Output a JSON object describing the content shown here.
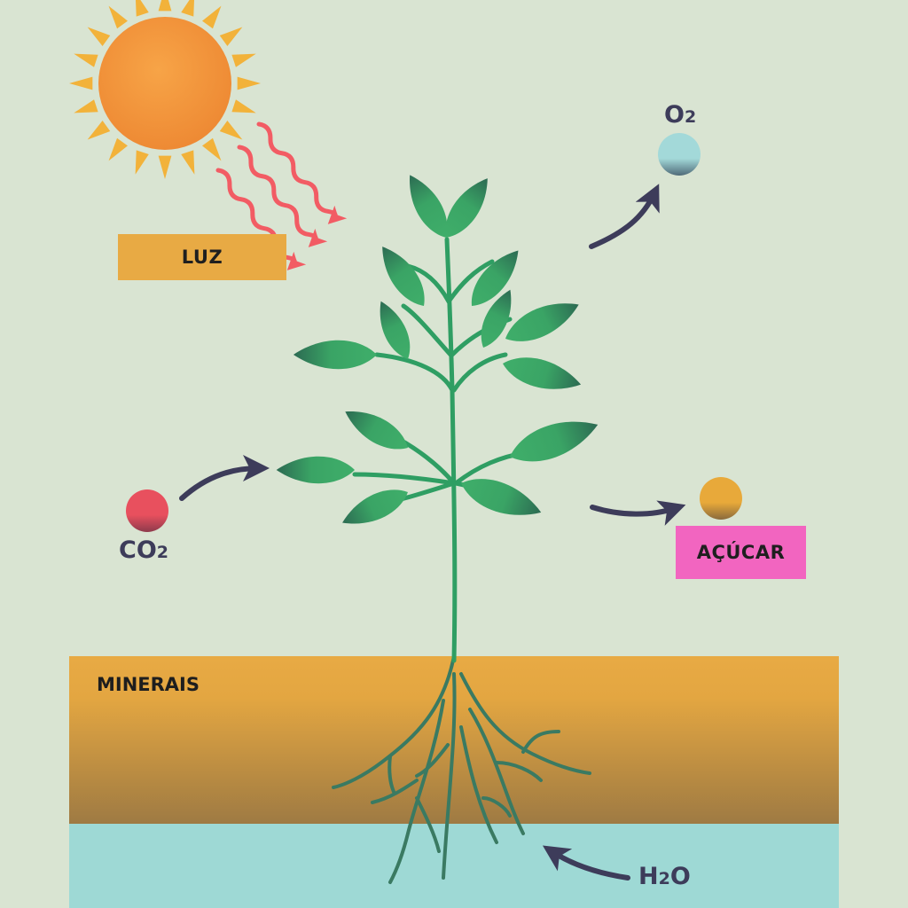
{
  "labels": {
    "light": "LUZ",
    "sugar": "AÇÚCAR",
    "minerals": "MINERAIS"
  },
  "molecules": {
    "o2": {
      "main": "O",
      "sub": "2"
    },
    "co2": {
      "main": "CO",
      "sub": "2"
    },
    "h2o": {
      "main1": "H",
      "sub": "2",
      "main2": "O"
    }
  },
  "colors": {
    "background": "#d9e4d2",
    "sun": "#f29a3f",
    "sun_rays": "#f2b23a",
    "light_waves": "#f25c64",
    "leaf": "#3fae6a",
    "leaf_dark": "#2c6a52",
    "stem": "#2f9e63",
    "soil_top": "#e8aa44",
    "soil_bottom": "#9e7a43",
    "water": "#9ed9d5",
    "arrow": "#3d3c5a",
    "o2_ball": "#a3d9d9",
    "co2_ball": "#e8505e",
    "sugar_ball": "#e8a93a",
    "luz_box": "#e8aa44",
    "acucar_box": "#f265c0"
  }
}
